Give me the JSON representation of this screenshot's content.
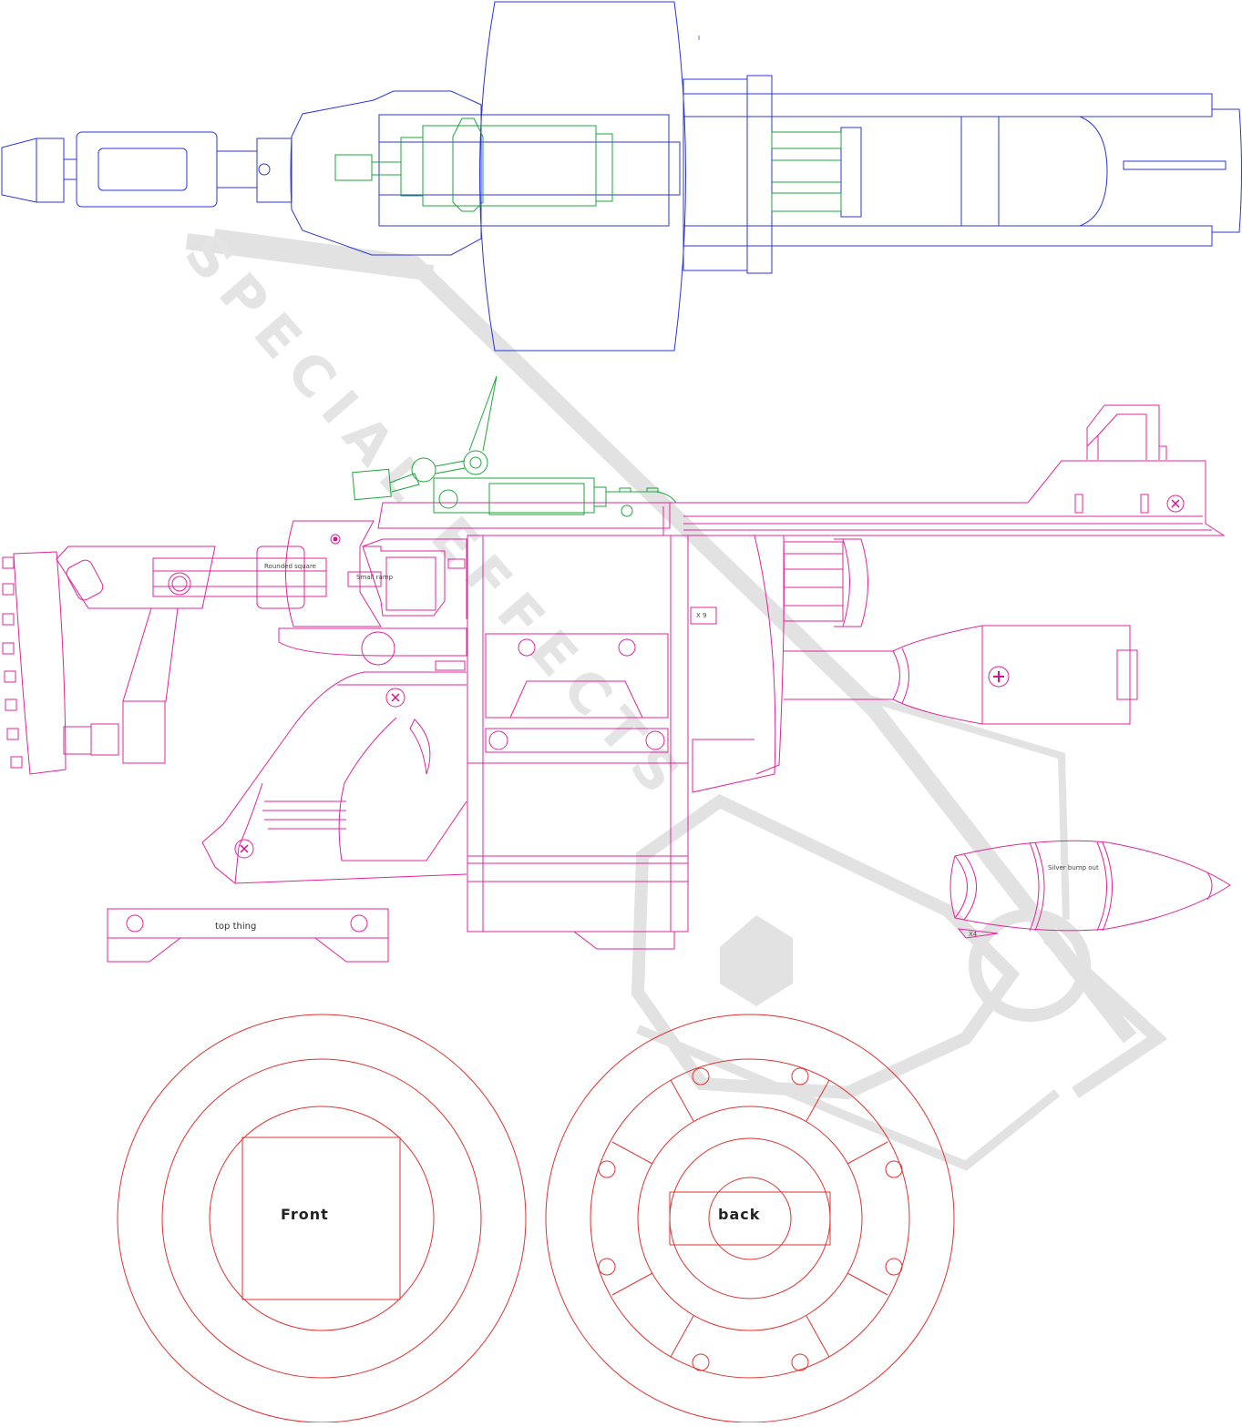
{
  "colors": {
    "background": "#ffffff",
    "top_view": "#2b35d8",
    "side_view": "#e0249a",
    "mechanism": "#1ea53c",
    "drum_parts": "#e03232",
    "watermark": "#e2e2e2",
    "accent_marker": "#d4108a"
  },
  "labels": {
    "rounded_square": "Rounded square",
    "small_ramp": "Small ramp",
    "x9": "X 9",
    "top_thing": "top thing",
    "silver_bump_out": "Silver bump out",
    "x4": "X4",
    "front": "Front",
    "back": "back",
    "tick_mark": "I"
  },
  "watermark": {
    "text": "SPECIAL EFFECTS"
  }
}
